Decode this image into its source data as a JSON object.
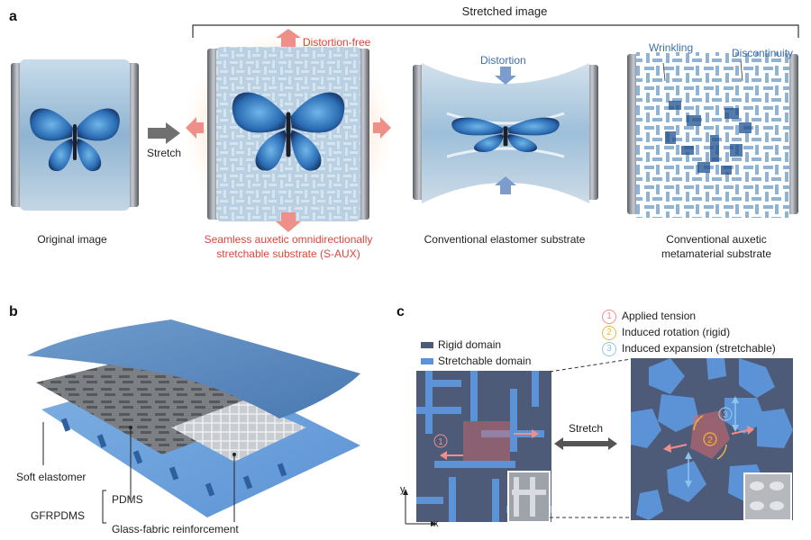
{
  "panel_a": {
    "label": "a",
    "bracket_title": "Stretched image",
    "stretch_label": "Stretch",
    "original_caption": "Original image",
    "saux_caption_line1": "Seamless auxetic omnidirectionally",
    "saux_caption_line2": "stretchable substrate (S-AUX)",
    "distortion_free": "Distortion-free",
    "distortion": "Distortion",
    "elastomer_caption": "Conventional elastomer substrate",
    "wrinkling": "Wrinkling",
    "discontinuity": "Discontinuity",
    "metamaterial_caption_line1": "Conventional auxetic",
    "metamaterial_caption_line2": "metamaterial substrate"
  },
  "panel_b": {
    "label": "b",
    "soft_elastomer": "Soft elastomer",
    "pdms": "PDMS",
    "gfrpdms": "GFRPDMS",
    "glass_fabric": "Glass-fabric reinforcement"
  },
  "panel_c": {
    "label": "c",
    "legend_rigid": "Rigid domain",
    "legend_stretchable": "Stretchable domain",
    "step1_num": "1",
    "step1": "Applied tension",
    "step2_num": "2",
    "step2": "Induced rotation (rigid)",
    "step3_num": "3",
    "step3": "Induced expansion (stretchable)",
    "stretch": "Stretch",
    "axis_y": "y",
    "axis_x": "x"
  },
  "colors": {
    "accent_red": "#d9463e",
    "accent_blue": "#3f6fa6",
    "rigid": "#4d5a78",
    "stretchable": "#5c93d6",
    "arrow_pink": "#ef8f8a",
    "arrow_blue": "#7b9ccc",
    "step2_yellow": "#f0b43a",
    "step3_lightblue": "#8ec3ec"
  }
}
